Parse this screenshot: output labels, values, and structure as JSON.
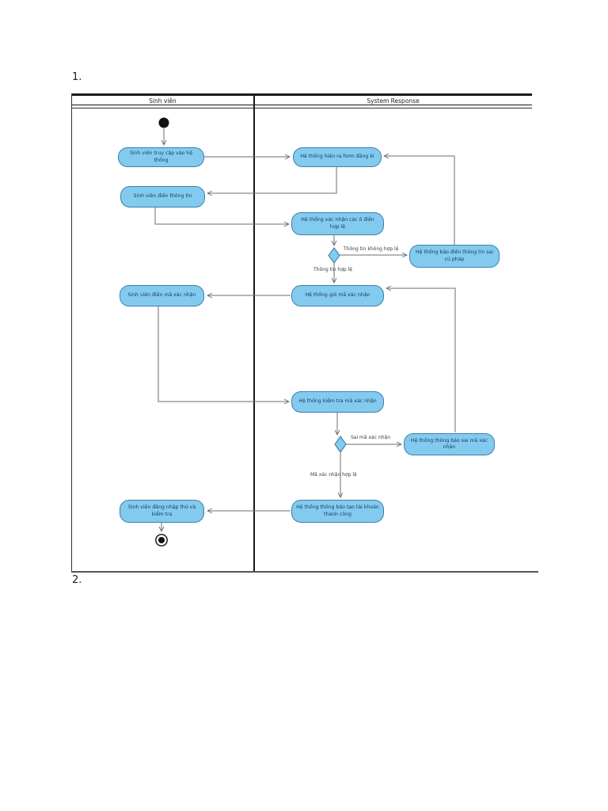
{
  "page_labels": {
    "item1": "1.",
    "item2": "2."
  },
  "diagram": {
    "type": "uml-activity-swimlane",
    "lanes": {
      "left": "Sinh viên",
      "right": "System Response"
    },
    "nodes": {
      "a1": "Sinh viên truy cập vào hệ thống",
      "a2": "Sinh viên điền thông tin",
      "a3": "Sinh viên điền mã xác nhận",
      "a4": "Sinh viên đăng nhập thử và kiểm tra",
      "b1": "Hệ thống hiện ra form đăng kí",
      "b2": "Hệ thống xác nhận các ô điền hợp lệ",
      "b3": "Hệ thống báo điền thông tin sai cú pháp",
      "b4": "Hệ thống gửi mã xác nhận",
      "b5": "Hệ thống kiểm tra mã xác nhận",
      "b6": "Hệ thống thông báo sai mã xác nhận",
      "b7": "Hệ thống thông báo tạo tài khoản thành công"
    },
    "edge_labels": {
      "invalid_info": "Thông tin không hợp lệ",
      "valid_info": "Thông tin hợp lệ",
      "wrong_code": "Sai mã xác nhận",
      "valid_code": "Mã xác nhận hợp lệ"
    },
    "colors": {
      "node_fill": "#82cbee",
      "node_border": "#3e7fac",
      "node_text": "#17365d",
      "edge": "#6e6e6e",
      "frame": "#1a1a1a"
    }
  }
}
